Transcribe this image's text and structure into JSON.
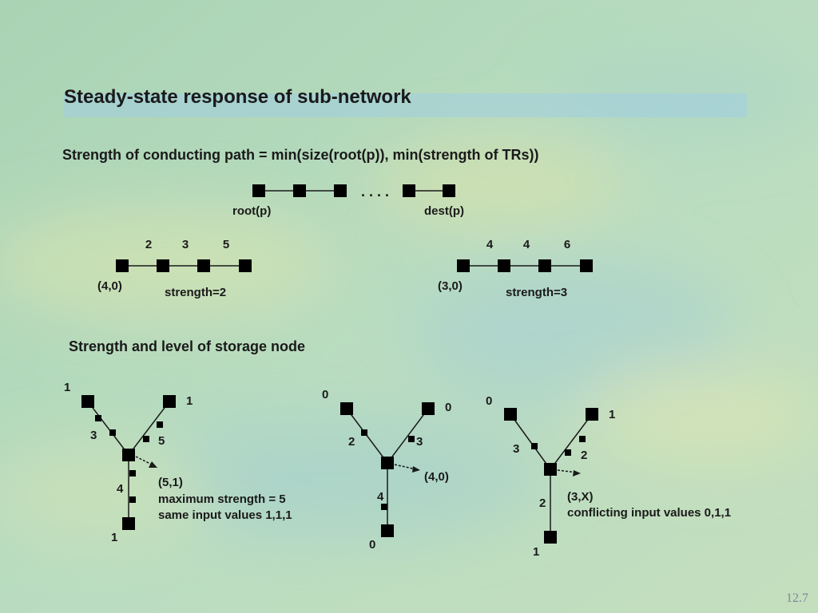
{
  "slide": {
    "title": "Steady-state response of sub-network",
    "formula": "Strength of conducting path = min(size(root(p)), min(strength of TRs))",
    "storage_heading": "Strength and level of storage node",
    "page_number": "12.7"
  },
  "path_example": {
    "ellipsis": ". . . .",
    "root_label": "root(p)",
    "dest_label": "dest(p)"
  },
  "chains": [
    {
      "sizes": [
        "2",
        "3",
        "5"
      ],
      "root_label": "(4,0)",
      "result": "strength=2"
    },
    {
      "sizes": [
        "4",
        "4",
        "6"
      ],
      "root_label": "(3,0)",
      "result": "strength=3"
    }
  ],
  "storage_examples": [
    {
      "inputs": [
        "1",
        "1",
        "1"
      ],
      "sizes": [
        "3",
        "5",
        "4"
      ],
      "result": "(5,1)",
      "notes": [
        "maximum strength = 5",
        "same input values 1,1,1"
      ]
    },
    {
      "inputs": [
        "0",
        "0",
        "0"
      ],
      "sizes": [
        "2",
        "3",
        "4"
      ],
      "result": "(4,0)",
      "notes": []
    },
    {
      "inputs": [
        "0",
        "1",
        "1"
      ],
      "sizes": [
        "3",
        "2",
        "2"
      ],
      "result": "(3,X)",
      "notes": [
        "conflicting input values 0,1,1"
      ]
    }
  ]
}
